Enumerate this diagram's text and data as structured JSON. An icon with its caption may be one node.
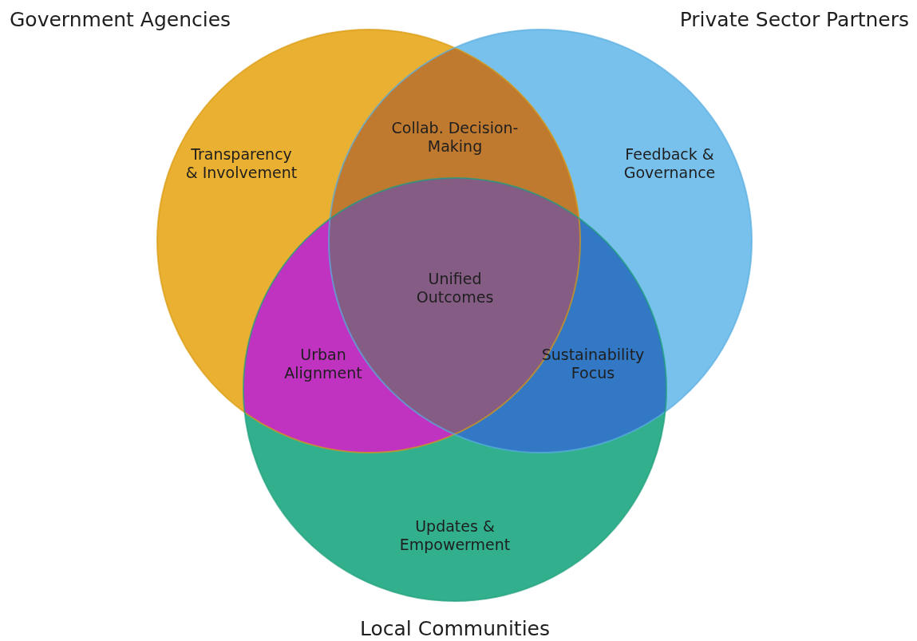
{
  "diagram": {
    "nodes": [
      {
        "text": [
          "Government Agencies",
          "Transparency & Involvement"
        ]
      },
      {
        "text": [
          "Private Sector Partners",
          "Feedback & Governance"
        ]
      },
      {
        "text": [
          "Updates & Empowerment",
          "Local Communities"
        ]
      }
    ],
    "edges": [],
    "labels": [
      "Collab. Decision-Making",
      "Unified Outcomes",
      "Urban Alignment",
      "Sustainability Focus"
    ]
  }
}
